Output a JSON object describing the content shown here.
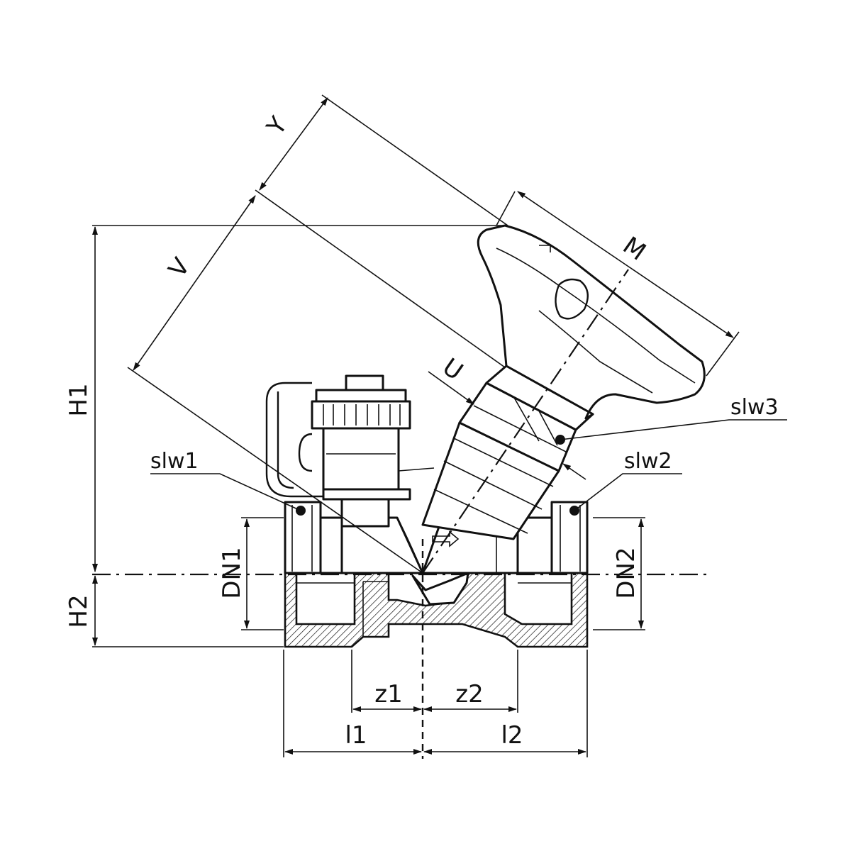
{
  "labels": {
    "H1": "H1",
    "H2": "H2",
    "DN1": "DN1",
    "DN2": "DN2",
    "z1": "z1",
    "z2": "z2",
    "l1": "l1",
    "l2": "l2",
    "V": "V",
    "Y": "Y",
    "M": "M",
    "U": "U"
  },
  "callouts": {
    "slw1": "slw1",
    "slw2": "slw2",
    "slw3": "slw3"
  },
  "colors": {
    "line": "#111111",
    "background": "#ffffff"
  }
}
